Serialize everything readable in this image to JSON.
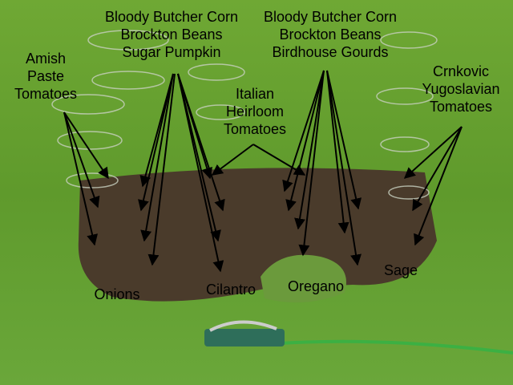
{
  "labels": {
    "corn_left": [
      "Bloody Butcher Corn",
      "Brockton Beans",
      "Sugar Pumpkin"
    ],
    "corn_right": [
      "Bloody Butcher Corn",
      "Brockton Beans",
      "Birdhouse Gourds"
    ],
    "amish": [
      "Amish",
      "Paste",
      "Tomatoes"
    ],
    "italian": [
      "Italian",
      "Heirloom",
      "Tomatoes"
    ],
    "crnkovic": [
      "Crnkovic",
      "Yugoslavian",
      "Tomatoes"
    ],
    "onions": "Onions",
    "cilantro": "Cilantro",
    "oregano": "Oregano",
    "sage": "Sage"
  },
  "colors": {
    "grass": "#5f9a2c",
    "soil": "#4a3b2b",
    "hose": "#3cb043"
  }
}
